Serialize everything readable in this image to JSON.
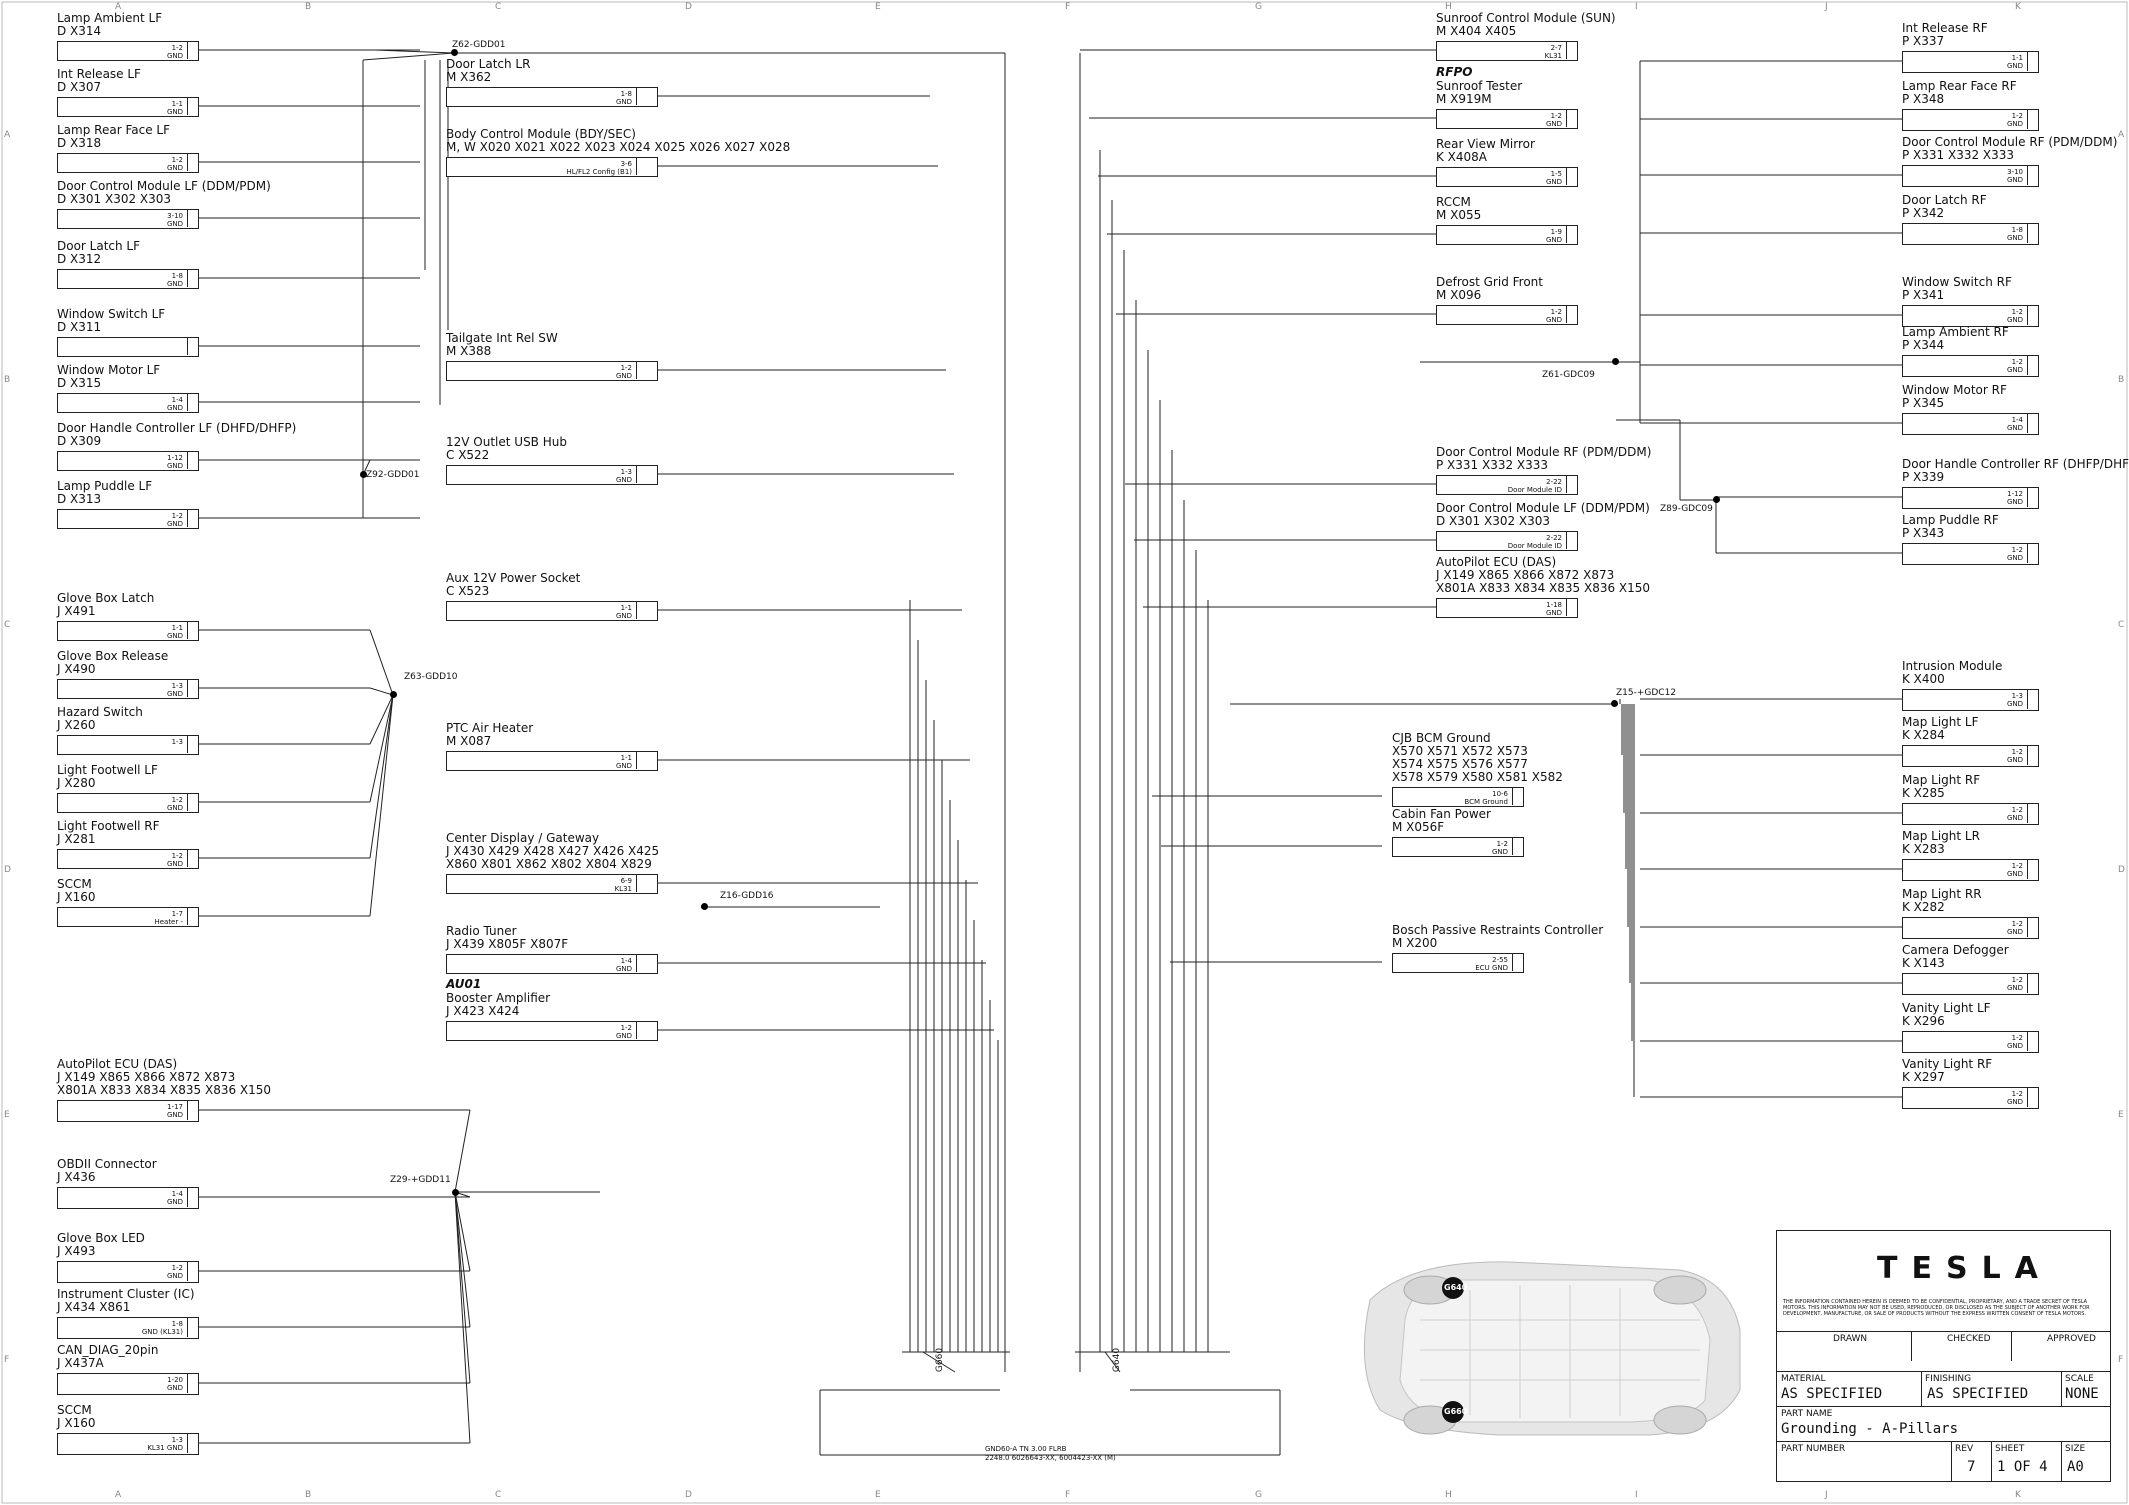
{
  "left_col": [
    {
      "id": "X314",
      "name": "Lamp Ambient LF",
      "code": "D    X314",
      "pins": [
        "1-2",
        "GND"
      ]
    },
    {
      "id": "X307",
      "name": "Int Release LF",
      "code": "D    X307",
      "pins": [
        "1-1",
        "GND"
      ]
    },
    {
      "id": "X318",
      "name": "Lamp Rear Face LF",
      "code": "D    X318",
      "pins": [
        "1-2",
        "GND"
      ]
    },
    {
      "id": "X301",
      "name": "Door Control Module LF (DDM/PDM)",
      "code": "D    X301   X302   X303",
      "pins": [
        "3-10",
        "GND"
      ]
    },
    {
      "id": "X312",
      "name": "Door Latch LF",
      "code": "D    X312",
      "pins": [
        "1-8",
        "GND"
      ]
    },
    {
      "id": "X311",
      "name": "Window Switch LF",
      "code": "D    X311",
      "pins": [
        "",
        ""
      ]
    },
    {
      "id": "X315",
      "name": "Window Motor LF",
      "code": "D    X315",
      "pins": [
        "1-4",
        "GND"
      ]
    },
    {
      "id": "X309",
      "name": "Door Handle Controller LF (DHFD/DHFP)",
      "code": "D    X309",
      "pins": [
        "1-12",
        "GND"
      ]
    },
    {
      "id": "X313",
      "name": "Lamp Puddle LF",
      "code": "D    X313",
      "pins": [
        "1-2",
        "GND"
      ]
    },
    {
      "id": "X491",
      "name": "Glove Box Latch",
      "code": "J    X491",
      "pins": [
        "1-1",
        "GND"
      ]
    },
    {
      "id": "X490",
      "name": "Glove Box Release",
      "code": "J    X490",
      "pins": [
        "1-3",
        "GND"
      ]
    },
    {
      "id": "X260",
      "name": "Hazard Switch",
      "code": "J    X260",
      "pins": [
        "1-3",
        ""
      ]
    },
    {
      "id": "X280",
      "name": "Light Footwell LF",
      "code": "J    X280",
      "pins": [
        "1-2",
        "GND"
      ]
    },
    {
      "id": "X281",
      "name": "Light Footwell RF",
      "code": "J    X281",
      "pins": [
        "1-2",
        "GND"
      ]
    },
    {
      "id": "X160",
      "name": "SCCM",
      "code": "J    X160",
      "pins": [
        "1-7",
        "Heater -"
      ]
    }
  ],
  "left_lower": [
    {
      "id": "X149",
      "name": "AutoPilot ECU (DAS)",
      "code": "J       X149   X865   X866   X872   X873\n          X801A X833   X834   X835   X836   X150",
      "pins": [
        "1-17",
        "GND"
      ]
    },
    {
      "id": "X436",
      "name": "OBDII Connector",
      "code": "J    X436",
      "pins": [
        "1-4",
        "GND"
      ]
    },
    {
      "id": "X493",
      "name": "Glove Box LED",
      "code": "J    X493",
      "pins": [
        "1-2",
        "GND"
      ]
    },
    {
      "id": "X434",
      "name": "Instrument Cluster (IC)",
      "code": "J    X434   X861",
      "pins": [
        "1-8",
        "GND (KL31)"
      ]
    },
    {
      "id": "X437A",
      "name": "CAN_DIAG_20pin",
      "code": "J    X437A",
      "pins": [
        "1-20",
        "GND"
      ]
    },
    {
      "id": "X160b",
      "name": "SCCM",
      "code": "J    X160",
      "pins": [
        "1-3",
        "KL31 GND"
      ]
    }
  ],
  "mid_col": [
    {
      "id": "X362",
      "name": "Door Latch LR",
      "code": "M    X362",
      "pins": [
        "1-8",
        "GND"
      ]
    },
    {
      "id": "X020",
      "name": "Body Control Module (BDY/SEC)",
      "code": "M, W    X020   X021   X022   X023   X024   X025   X026   X027   X028",
      "pins": [
        "3-6",
        "HL/FL2 Config (B1)"
      ]
    },
    {
      "id": "X388",
      "name": "Tailgate Int Rel SW",
      "code": "M    X388",
      "pins": [
        "1-2",
        "GND"
      ]
    },
    {
      "id": "X522",
      "name": "12V Outlet USB Hub",
      "code": "C    X522",
      "pins": [
        "1-3",
        "GND"
      ]
    },
    {
      "id": "X523",
      "name": "Aux 12V Power Socket",
      "code": "C    X523",
      "pins": [
        "1-1",
        "GND"
      ]
    },
    {
      "id": "X087",
      "name": "PTC Air Heater",
      "code": "M    X087",
      "pins": [
        "1-1",
        "GND"
      ]
    },
    {
      "id": "X430",
      "name": "Center Display / Gateway",
      "code": "J    X430   X429   X428   X427   X426   X425\n      X860   X801   X862   X802   X804   X829",
      "pins": [
        "6-9",
        "KL31"
      ]
    },
    {
      "id": "X439",
      "name": "Radio Tuner",
      "code": "J    X439   X805F  X807F",
      "pins": [
        "1-4",
        "GND"
      ]
    },
    {
      "id": "X423",
      "name": "Booster Amplifier",
      "code": "J    X423   X424",
      "pins": [
        "1-2",
        "GND"
      ],
      "tag": "AU01"
    }
  ],
  "center_col": [
    {
      "id": "X404",
      "name": "Sunroof Control Module (SUN)",
      "code": "M    X404   X405",
      "pins": [
        "2-7",
        "KL31"
      ]
    },
    {
      "id": "X919M",
      "name": "Sunroof Tester",
      "code": "M    X919M",
      "pins": [
        "1-2",
        "GND"
      ],
      "tag": "RFPO"
    },
    {
      "id": "X408A",
      "name": "Rear View Mirror",
      "code": "K    X408A",
      "pins": [
        "1-5",
        "GND"
      ]
    },
    {
      "id": "X055",
      "name": "RCCM",
      "code": "M    X055",
      "pins": [
        "1-9",
        "GND"
      ]
    },
    {
      "id": "X096",
      "name": "Defrost Grid Front",
      "code": "M    X096",
      "pins": [
        "1-2",
        "GND"
      ]
    },
    {
      "id": "X331",
      "name": "Door Control Module RF (PDM/DDM)",
      "code": "P    X331   X332   X333",
      "pins": [
        "2-22",
        "Door Module ID"
      ]
    },
    {
      "id": "X301b",
      "name": "Door Control Module LF (DDM/PDM)",
      "code": "D    X301   X302   X303",
      "pins": [
        "2-22",
        "Door Module ID"
      ]
    },
    {
      "id": "X149b",
      "name": "AutoPilot ECU (DAS)",
      "code": "J    X149   X865   X866   X872   X873\n      X801A X833   X834   X835   X836   X150",
      "pins": [
        "1-18",
        "GND"
      ]
    },
    {
      "id": "X570",
      "name": "CJB BCM Ground",
      "code": "X570   X571   X572   X573\nX574   X575   X576   X577\nX578   X579   X580   X581   X582",
      "pins": [
        "10-6",
        "BCM Ground"
      ]
    },
    {
      "id": "X056F",
      "name": "Cabin Fan Power",
      "code": "M    X056F",
      "pins": [
        "1-2",
        "GND"
      ]
    },
    {
      "id": "X200",
      "name": "Bosch Passive Restraints Controller",
      "code": "M    X200",
      "pins": [
        "2-55",
        "ECU GND"
      ]
    }
  ],
  "right_col": [
    {
      "id": "X337",
      "name": "Int Release RF",
      "code": "P    X337",
      "pins": [
        "1-1",
        "GND"
      ]
    },
    {
      "id": "X348",
      "name": "Lamp Rear Face RF",
      "code": "P    X348",
      "pins": [
        "1-2",
        "GND"
      ]
    },
    {
      "id": "X331r",
      "name": "Door Control Module RF (PDM/DDM)",
      "code": "P    X331   X332   X333",
      "pins": [
        "3-10",
        "GND"
      ]
    },
    {
      "id": "X342",
      "name": "Door Latch RF",
      "code": "P    X342",
      "pins": [
        "1-8",
        "GND"
      ]
    },
    {
      "id": "X341",
      "name": "Window Switch RF",
      "code": "P    X341",
      "pins": [
        "1-2",
        "GND"
      ]
    },
    {
      "id": "X344",
      "name": "Lamp Ambient RF",
      "code": "P    X344",
      "pins": [
        "1-2",
        "GND"
      ]
    },
    {
      "id": "X345",
      "name": "Window Motor RF",
      "code": "P    X345",
      "pins": [
        "1-4",
        "GND"
      ]
    },
    {
      "id": "X339",
      "name": "Door Handle Controller RF (DHFP/DHFD)",
      "code": "P    X339",
      "pins": [
        "1-12",
        "GND"
      ]
    },
    {
      "id": "X343",
      "name": "Lamp Puddle RF",
      "code": "P    X343",
      "pins": [
        "1-2",
        "GND"
      ]
    },
    {
      "id": "X400",
      "name": "Intrusion Module",
      "code": "K    X400",
      "pins": [
        "1-3",
        "GND"
      ]
    },
    {
      "id": "X284",
      "name": "Map Light LF",
      "code": "K    X284",
      "pins": [
        "1-2",
        "GND"
      ]
    },
    {
      "id": "X285",
      "name": "Map Light RF",
      "code": "K    X285",
      "pins": [
        "1-2",
        "GND"
      ]
    },
    {
      "id": "X283",
      "name": "Map Light LR",
      "code": "K    X283",
      "pins": [
        "1-2",
        "GND"
      ]
    },
    {
      "id": "X282",
      "name": "Map Light RR",
      "code": "K    X282",
      "pins": [
        "1-2",
        "GND"
      ]
    },
    {
      "id": "X143",
      "name": "Camera Defogger",
      "code": "K    X143",
      "pins": [
        "1-2",
        "GND"
      ]
    },
    {
      "id": "X296",
      "name": "Vanity Light LF",
      "code": "K    X296",
      "pins": [
        "1-2",
        "GND"
      ]
    },
    {
      "id": "X297",
      "name": "Vanity Light RF",
      "code": "K    X297",
      "pins": [
        "1-2",
        "GND"
      ]
    }
  ],
  "splices": [
    {
      "label": "Z62-GDD01"
    },
    {
      "label": "Z92-GDD01"
    },
    {
      "label": "Z63-GDD10"
    },
    {
      "label": "Z16-GDD16"
    },
    {
      "label": "Z29-+GDD11"
    },
    {
      "label": "Z61-GDC09"
    },
    {
      "label": "Z89-GDC09"
    },
    {
      "label": "Z15-+GDC12"
    }
  ],
  "grounds": {
    "left": "G660",
    "right": "G640",
    "bottom_wire": "GND60-A   TN   3.00   FLRB",
    "bottom_wire2": "2248.0    6026643-XX, 6004423-XX (M)",
    "car_g640": "G640",
    "car_g660": "G660"
  },
  "title_block": {
    "logo": "TESLA",
    "disclaimer": "THE INFORMATION CONTAINED HEREIN IS DEEMED TO BE CONFIDENTIAL, PROPRIETARY, AND A TRADE SECRET OF TESLA MOTORS. THIS INFORMATION MAY NOT BE USED, REPRODUCED, OR DISCLOSED AS THE SUBJECT OF ANOTHER WORK FOR DEVELOPMENT, MANUFACTURE, OR SALE OF PRODUCTS WITHOUT THE EXPRESS WRITTEN CONSENT OF TESLA MOTORS.",
    "drawn": "DRAWN",
    "checked": "CHECKED",
    "approved": "APPROVED",
    "material_lbl": "MATERIAL",
    "material": "AS SPECIFIED",
    "finishing_lbl": "FINISHING",
    "finishing": "AS SPECIFIED",
    "scale_lbl": "SCALE",
    "scale": "NONE",
    "part_name_lbl": "PART NAME",
    "part_name": "Grounding - A-Pillars",
    "part_number_lbl": "PART NUMBER",
    "rev_lbl": "REV",
    "rev": "7",
    "sheet_lbl": "SHEET",
    "sheet": "1 OF 4",
    "size_lbl": "SIZE",
    "size": "A0"
  },
  "grid": {
    "cols": [
      "A",
      "B",
      "C",
      "D",
      "E",
      "F",
      "G",
      "H",
      "I",
      "J",
      "K"
    ],
    "rows": [
      "A",
      "B",
      "C",
      "D",
      "E",
      "F"
    ]
  }
}
